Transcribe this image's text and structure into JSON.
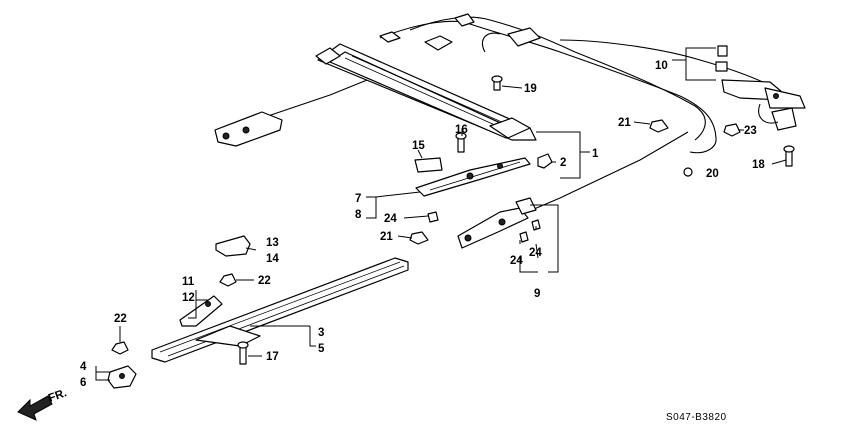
{
  "diagram": {
    "code": "S047-B3820",
    "direction_marker": "FR.",
    "callouts": {
      "c1": "1",
      "c2": "2",
      "c3": "3",
      "c4": "4",
      "c5": "5",
      "c6": "6",
      "c7": "7",
      "c8": "8",
      "c9": "9",
      "c10": "10",
      "c11": "11",
      "c12": "12",
      "c13": "13",
      "c14": "14",
      "c15": "15",
      "c16": "16",
      "c17": "17",
      "c18": "18",
      "c19": "19",
      "c20": "20",
      "c21a": "21",
      "c21b": "21",
      "c22a": "22",
      "c22b": "22",
      "c23": "23",
      "c24a": "24",
      "c24b": "24",
      "c24c": "24"
    }
  }
}
